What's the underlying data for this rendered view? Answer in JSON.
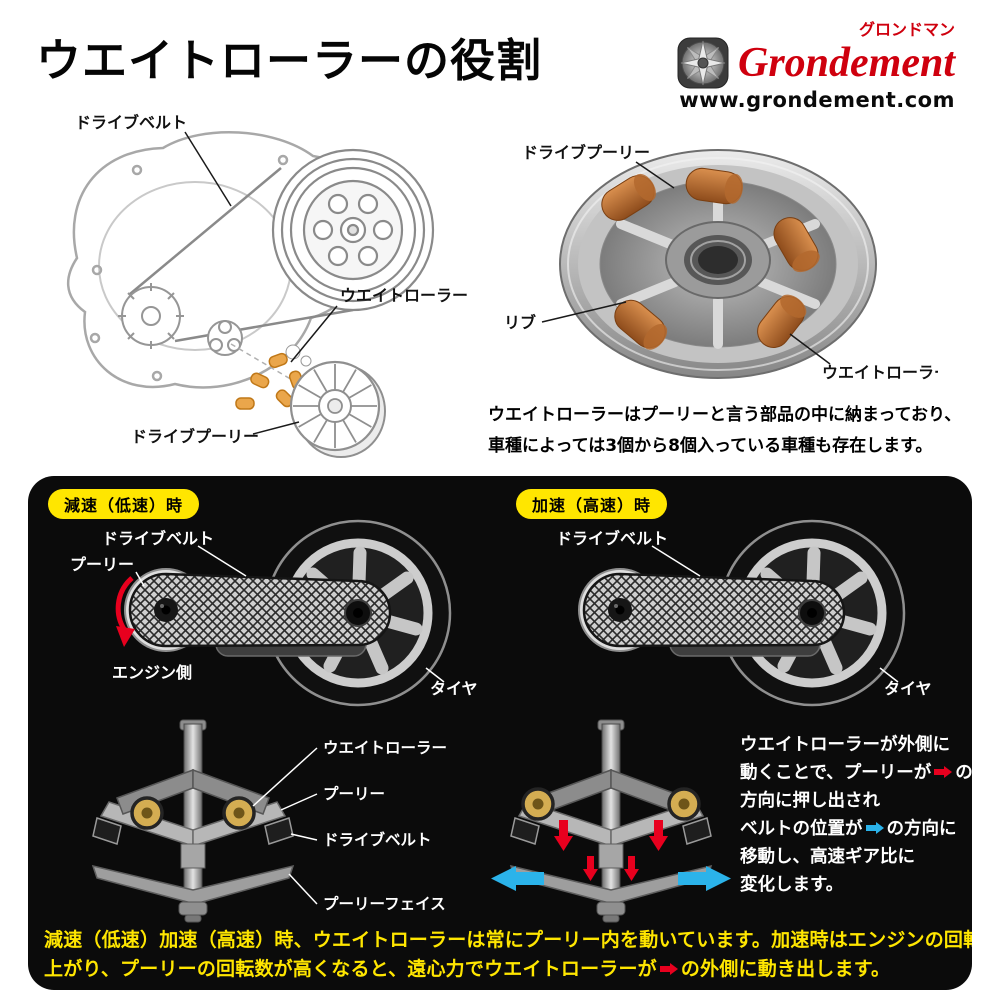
{
  "colors": {
    "brand_red": "#cf000e",
    "badge_yellow": "#ffe600",
    "footer_yellow": "#ffe600",
    "arrow_red": "#e8001e",
    "arrow_blue": "#2bb3ea"
  },
  "header": {
    "title": "ウエイトローラーの役割",
    "brand_kana": "グロンドマン",
    "brand_name": "Grondement",
    "website": "www.grondement.com"
  },
  "exploded": {
    "label_drive_belt": "ドライブベルト",
    "label_weight_roller": "ウエイトローラー",
    "label_drive_pulley": "ドライブプーリー"
  },
  "photo": {
    "label_drive_pulley": "ドライブプーリー",
    "label_rib": "リブ",
    "label_weight_roller": "ウエイトローラー",
    "caption_line1": "ウエイトローラーはプーリーと言う部品の中に納まっており、",
    "caption_line2": "車種によっては3個から8個入っている車種も存在します。"
  },
  "panel": {
    "low": {
      "badge": "減速（低速）時",
      "label_drive_belt": "ドライブベルト",
      "label_pulley": "プーリー",
      "label_engine_side": "エンジン側",
      "label_tire": "タイヤ"
    },
    "high": {
      "badge": "加速（高速）時",
      "label_drive_belt": "ドライブベルト",
      "label_tire": "タイヤ"
    },
    "xsec": {
      "label_weight_roller": "ウエイトローラー",
      "label_pulley": "プーリー",
      "label_drive_belt": "ドライブベルト",
      "label_pulley_face": "プーリーフェイス"
    },
    "explanation": {
      "l1": "ウエイトローラーが外側に",
      "l2a": "動くことで、プーリーが",
      "l2b": "の",
      "l3": "方向に押し出され",
      "l4a": "ベルトの位置が",
      "l4b": "の方向に",
      "l5": "移動し、高速ギア比に",
      "l6": "変化します。"
    },
    "footer": {
      "l1": "減速（低速）加速（高速）時、ウエイトローラーは常にプーリー内を動いています。加速時はエンジンの回転が",
      "l2a": "上がり、プーリーの回転数が高くなると、遠心力でウエイトローラーが",
      "l2b": "の外側に動き出します。"
    }
  }
}
